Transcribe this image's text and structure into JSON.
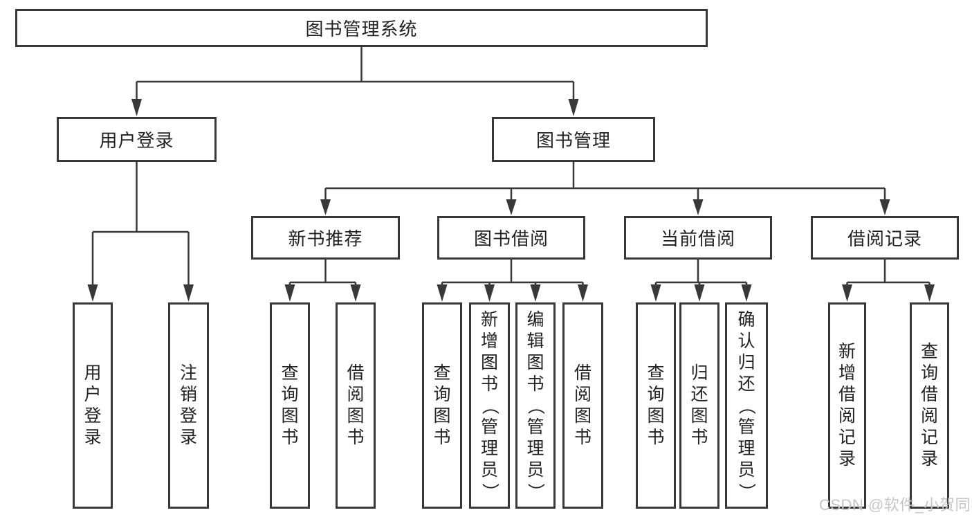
{
  "diagram": {
    "root": "图书管理系统",
    "branches": {
      "user_login": "用户登录",
      "book_management": "图书管理"
    },
    "modules": {
      "new_book": "新书推荐",
      "book_borrow": "图书借阅",
      "current_borrow": "当前借阅",
      "borrow_record": "借阅记录"
    },
    "leaves": {
      "user_login": [
        "用户登录",
        "注销登录"
      ],
      "new_book": [
        "查询图书",
        "借阅图书"
      ],
      "book_borrow": [
        "查询图书",
        "新增图书（管理员）",
        "编辑图书（管理员）",
        "借阅图书"
      ],
      "current_borrow": [
        "查询图书",
        "归还图书",
        "确认归还（管理员）"
      ],
      "borrow_record": [
        "新增借阅记录",
        "查询借阅记录"
      ]
    }
  },
  "watermark": "CSDN @软件_小贺同学",
  "colors": {
    "line": "#383838",
    "text": "#222222",
    "box_background": "#ffffff",
    "page_background": "#ffffff",
    "watermark": "#c6c6c6"
  }
}
